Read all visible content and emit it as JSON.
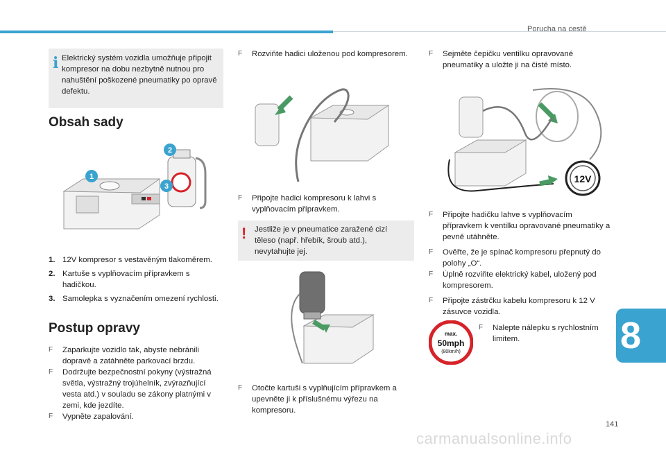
{
  "header": {
    "section": "Porucha na cestě",
    "accent_color": "#3aa3cf"
  },
  "info_note": {
    "icon": "info-icon",
    "text": "Elektrický systém vozidla umožňuje připojit kompresor na dobu nezbytně nutnou pro nahuštění poškozené pneumatiky po opravě defektu."
  },
  "kit": {
    "heading": "Obsah sady",
    "markers": [
      "1",
      "2",
      "3"
    ],
    "items": [
      {
        "num": "1.",
        "text": "12V kompresor s vestavěným tlakoměrem."
      },
      {
        "num": "2.",
        "text": "Kartuše s vyplňovacím přípravkem s hadičkou."
      },
      {
        "num": "3.",
        "text": "Samolepka s vyznačením omezení rychlosti."
      }
    ]
  },
  "procedure": {
    "heading": "Postup opravy",
    "steps": [
      "Zaparkujte vozidlo tak, abyste nebránili dopravě a zatáhněte parkovací brzdu.",
      "Dodržujte bezpečnostní pokyny (výstražná světla, výstražný trojúhelník, zvýrazňující vesta atd.) v souladu se zákony platnými v zemi, kde jezdíte.",
      "Vypněte zapalování."
    ]
  },
  "column2": {
    "step1": "Rozviňte hadici uloženou pod kompresorem.",
    "step2": "Připojte hadici kompresoru k lahvi s vyplňovacím přípravkem.",
    "warning": {
      "icon": "warning-icon",
      "text": "Jestliže je v pneumatice zaražené cizí těleso (např. hřebík, šroub atd.), nevytahujte jej."
    },
    "step3": "Otočte kartuši s vyplňujícím přípravkem a upevněte ji k příslušnému výřezu na kompresoru."
  },
  "column3": {
    "step1": "Sejměte čepičku ventilku opravované pneumatiky a uložte ji na čisté místo.",
    "socket_label": "12V",
    "steps": [
      "Připojte hadičku lahve s vyplňovacím přípravkem k ventilku opravované pneumatiky a pevně utáhněte.",
      "Ověřte, že je spínač kompresoru přepnutý do polohy „O“.",
      "Úplně rozviňte elektrický kabel, uložený pod kompresorem.",
      "Připojte zástrčku kabelu kompresoru k 12 V zásuvce vozidla."
    ],
    "sticker": {
      "top": "max.",
      "main": "50mph",
      "sub": "(80km/h)"
    },
    "sticker_step": "Nalepte nálepku s rychlostním limitem."
  },
  "chapter": "8",
  "page_number": "141",
  "watermark": "carmanualsonline.info"
}
